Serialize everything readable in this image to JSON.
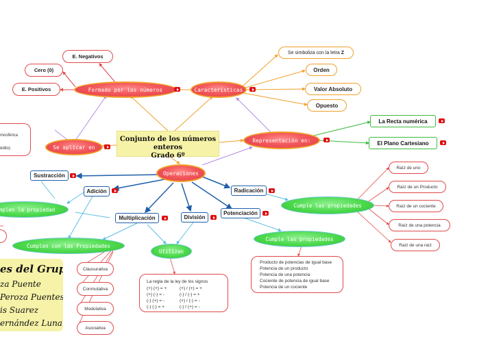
{
  "center": {
    "line1": "Conjunto de los números enteros",
    "line2": "Grado 6º"
  },
  "nodes": {
    "formado": "Formado por los números",
    "caracteristicas": "Características",
    "se_aplicar": "Se aplicar en",
    "representacion": "Representación en:",
    "operaciones": "Operaciones",
    "e_negativos": "E. Negativos",
    "cero": "Cero (0)",
    "e_positivos": "E. Positivos",
    "letra_z": "Se simboliza con la letra ",
    "letra_z_bold": "Z",
    "orden": "Orden",
    "valor_absoluto": "Valor Absoluto",
    "opuesto": "Opuesto",
    "recta": "La Recta numérica",
    "plano": "El Plano Cartesiano",
    "sustraccion": "Sustracción",
    "adicion": "Adición",
    "multiplicacion": "Multiplicación",
    "division": "División",
    "potenciacion": "Potenciación",
    "radicacion": "Radicación",
    "cumplen_propiedad": "Cumplen la propiedad",
    "cumplen_propiedades": "Cumplen con las Propiedades",
    "utilizan": "Utilizan",
    "cumple_props_pot": "Cumple las propiedades",
    "cumple_props_rad": "Cumple las propiedades",
    "clausurativa": "Clausurativa",
    "conmutativa": "Conmutativa",
    "modulativa": "Modulativa",
    "asociativa": "Asociativa",
    "raiz_uno": "Raíz de uno",
    "raiz_producto": "Raíz de un Producto",
    "raiz_cociente": "Raíz de un cociente",
    "raiz_potencia": "Raíz de una potencia",
    "raiz_raiz": "Raíz de una raíz",
    "clip1": "mosférica",
    "clip2": "édito)"
  },
  "signos": {
    "title": "La regla de la ley de los signos",
    "col1": [
      "(+) (+) = +",
      "(+) (-) = -",
      "(-) (+) = -",
      "(-) (-) = +"
    ],
    "col2": [
      "(+) / (+) = +",
      "(-) / (-) = +",
      "(+) / (-) = -",
      "(-) / (+) = -"
    ]
  },
  "potencia_list": [
    "Producto de potencias de igual base",
    "Potencia de un producto",
    "Potencia de una potencia",
    "Cociente de potencia de igual base",
    "Potencia de un cociente"
  ],
  "members": {
    "title": "es del Grupo",
    "names": [
      "za Puente",
      "Peroza Puentes",
      "is Suarez",
      "ernández Luna"
    ]
  },
  "colors": {
    "orange_line": "#f0a02a",
    "purple_line": "#b38ce0",
    "blue_line": "#1f5fa8",
    "light_blue_line": "#5bbfe0",
    "red_line": "#e04848",
    "green_line": "#3cb93c"
  }
}
